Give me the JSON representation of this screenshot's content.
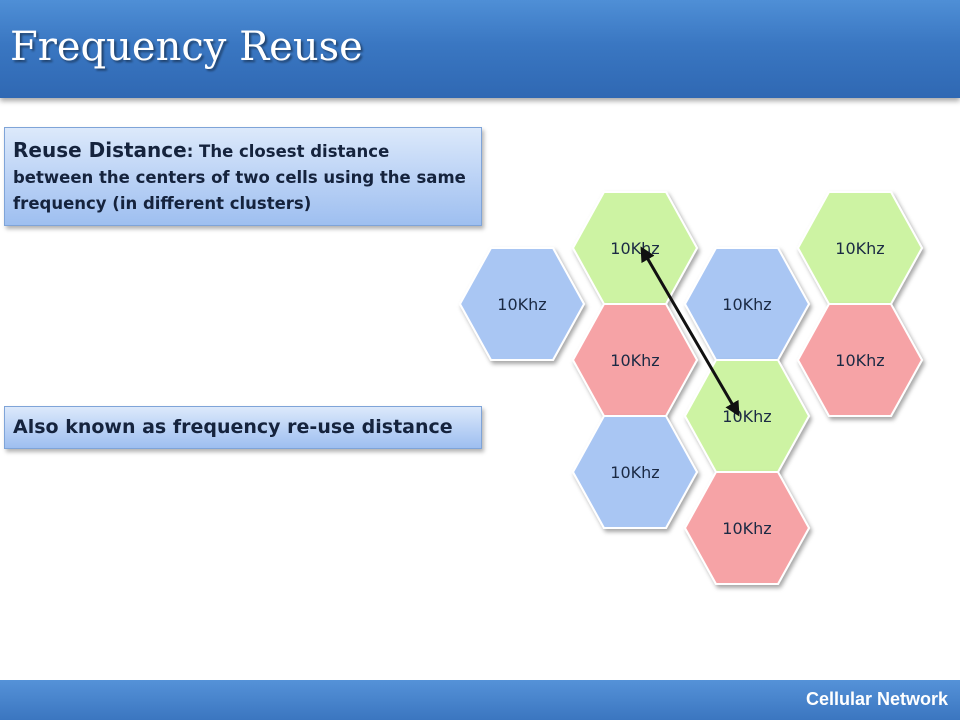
{
  "slide": {
    "title": "Frequency Reuse",
    "footer": "Cellular Network"
  },
  "callouts": {
    "reuse_term": "Reuse Distance",
    "reuse_definition": ": The closest distance between the centers of two cells using the same frequency (in different clusters)",
    "aka": "Also known as frequency re-use distance"
  },
  "colors": {
    "green": "#cdf3a3",
    "red": "#f6a3a6",
    "blue": "#a9c6f3"
  },
  "cells": [
    {
      "label": "10Khz",
      "color": "green"
    },
    {
      "label": "10Khz",
      "color": "green"
    },
    {
      "label": "10Khz",
      "color": "blue"
    },
    {
      "label": "10Khz",
      "color": "blue"
    },
    {
      "label": "10Khz",
      "color": "red"
    },
    {
      "label": "10Khz",
      "color": "red"
    },
    {
      "label": "10Khz",
      "color": "green"
    },
    {
      "label": "10Khz",
      "color": "blue"
    },
    {
      "label": "10Khz",
      "color": "red"
    }
  ]
}
